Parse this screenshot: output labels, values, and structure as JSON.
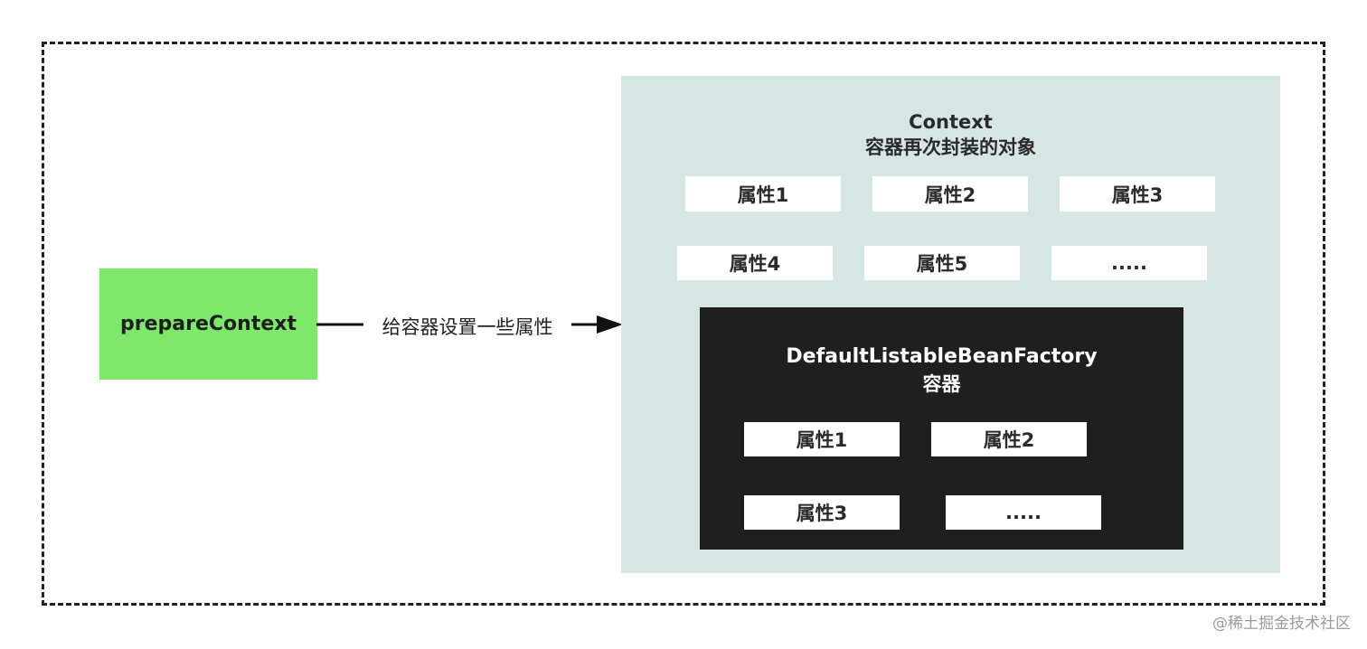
{
  "prepare": {
    "label": "prepareContext"
  },
  "arrow": {
    "label": "给容器设置一些属性"
  },
  "context": {
    "title": "Context",
    "subtitle": "容器再次封装的对象",
    "attributes": [
      "属性1",
      "属性2",
      "属性3",
      "属性4",
      "属性5",
      "....."
    ]
  },
  "factory": {
    "title": "DefaultListableBeanFactory",
    "subtitle": "容器",
    "attributes": [
      "属性1",
      "属性2",
      "属性3",
      "....."
    ]
  },
  "watermark": {
    "text": "@稀土掘金技术社区"
  },
  "colors": {
    "prepare_fill": "#7de86a",
    "context_fill": "#d6e6e2",
    "factory_fill": "#1f1f1f",
    "frame_stroke": "#222222"
  }
}
